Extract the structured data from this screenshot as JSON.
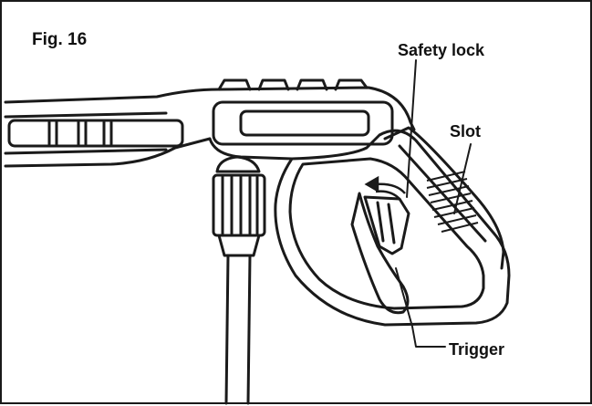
{
  "figure": {
    "title": "Fig. 16"
  },
  "labels": {
    "safety_lock": "Safety lock",
    "slot": "Slot",
    "trigger": "Trigger"
  },
  "colors": {
    "line": "#1a1a1a",
    "background": "#ffffff",
    "shade": "#d9d9d9"
  }
}
